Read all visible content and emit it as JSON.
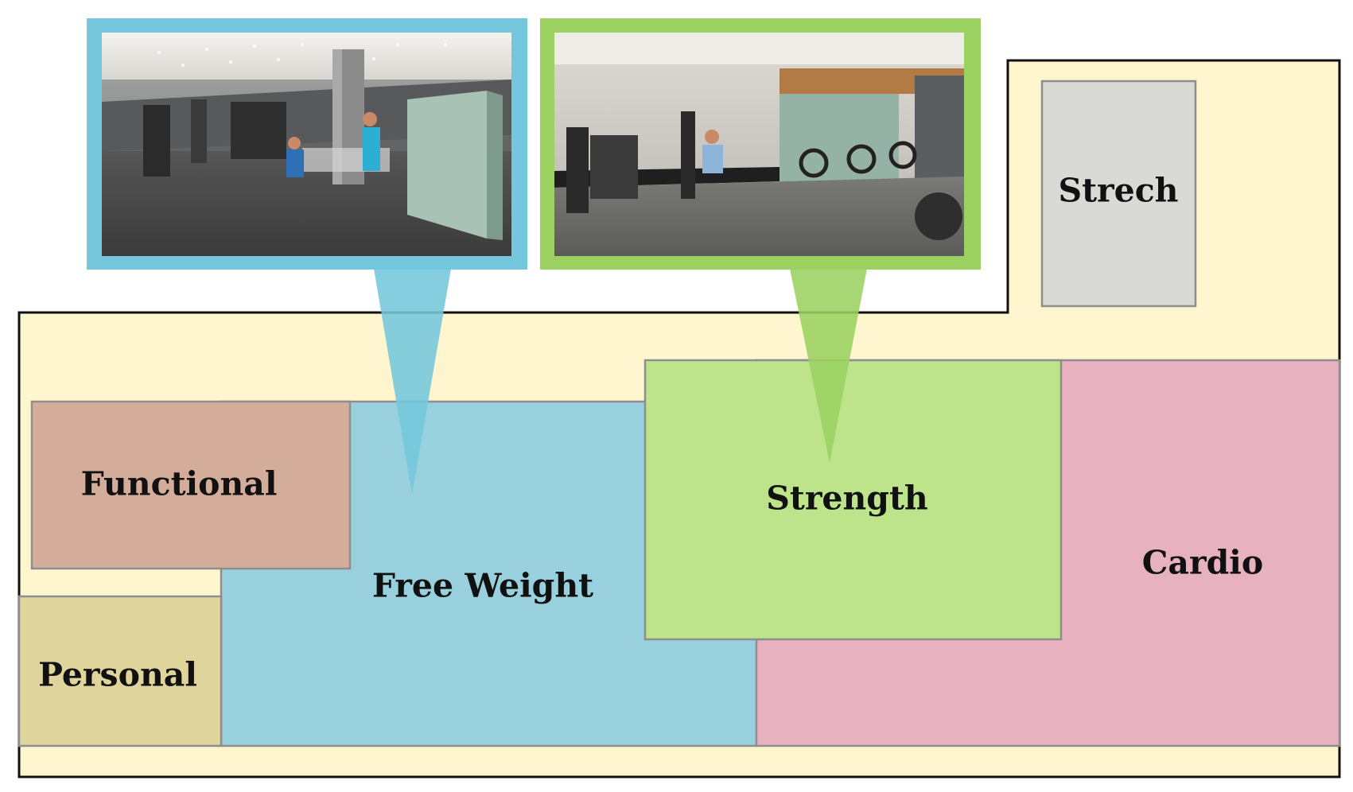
{
  "zones": {
    "strech": {
      "label": "Strech",
      "color": "#d9d9d6"
    },
    "functional": {
      "label": "Functional",
      "color": "#d4ad9a"
    },
    "free_weight": {
      "label": "Free Weight",
      "color": "#99d0dd"
    },
    "strength": {
      "label": "Strength",
      "color": "#bde38b"
    },
    "cardio": {
      "label": "Cardio",
      "color": "#e7b1bf"
    },
    "personal": {
      "label": "Personal",
      "color": "#e0d49d"
    }
  },
  "floor": {
    "fill": "#fff6d0",
    "outline": "#111111"
  },
  "callouts": {
    "free_weight_photo": {
      "frame_color": "#74c7dc",
      "points_to": "Free Weight"
    },
    "strength_photo": {
      "frame_color": "#9bd161",
      "points_to": "Strength"
    }
  }
}
